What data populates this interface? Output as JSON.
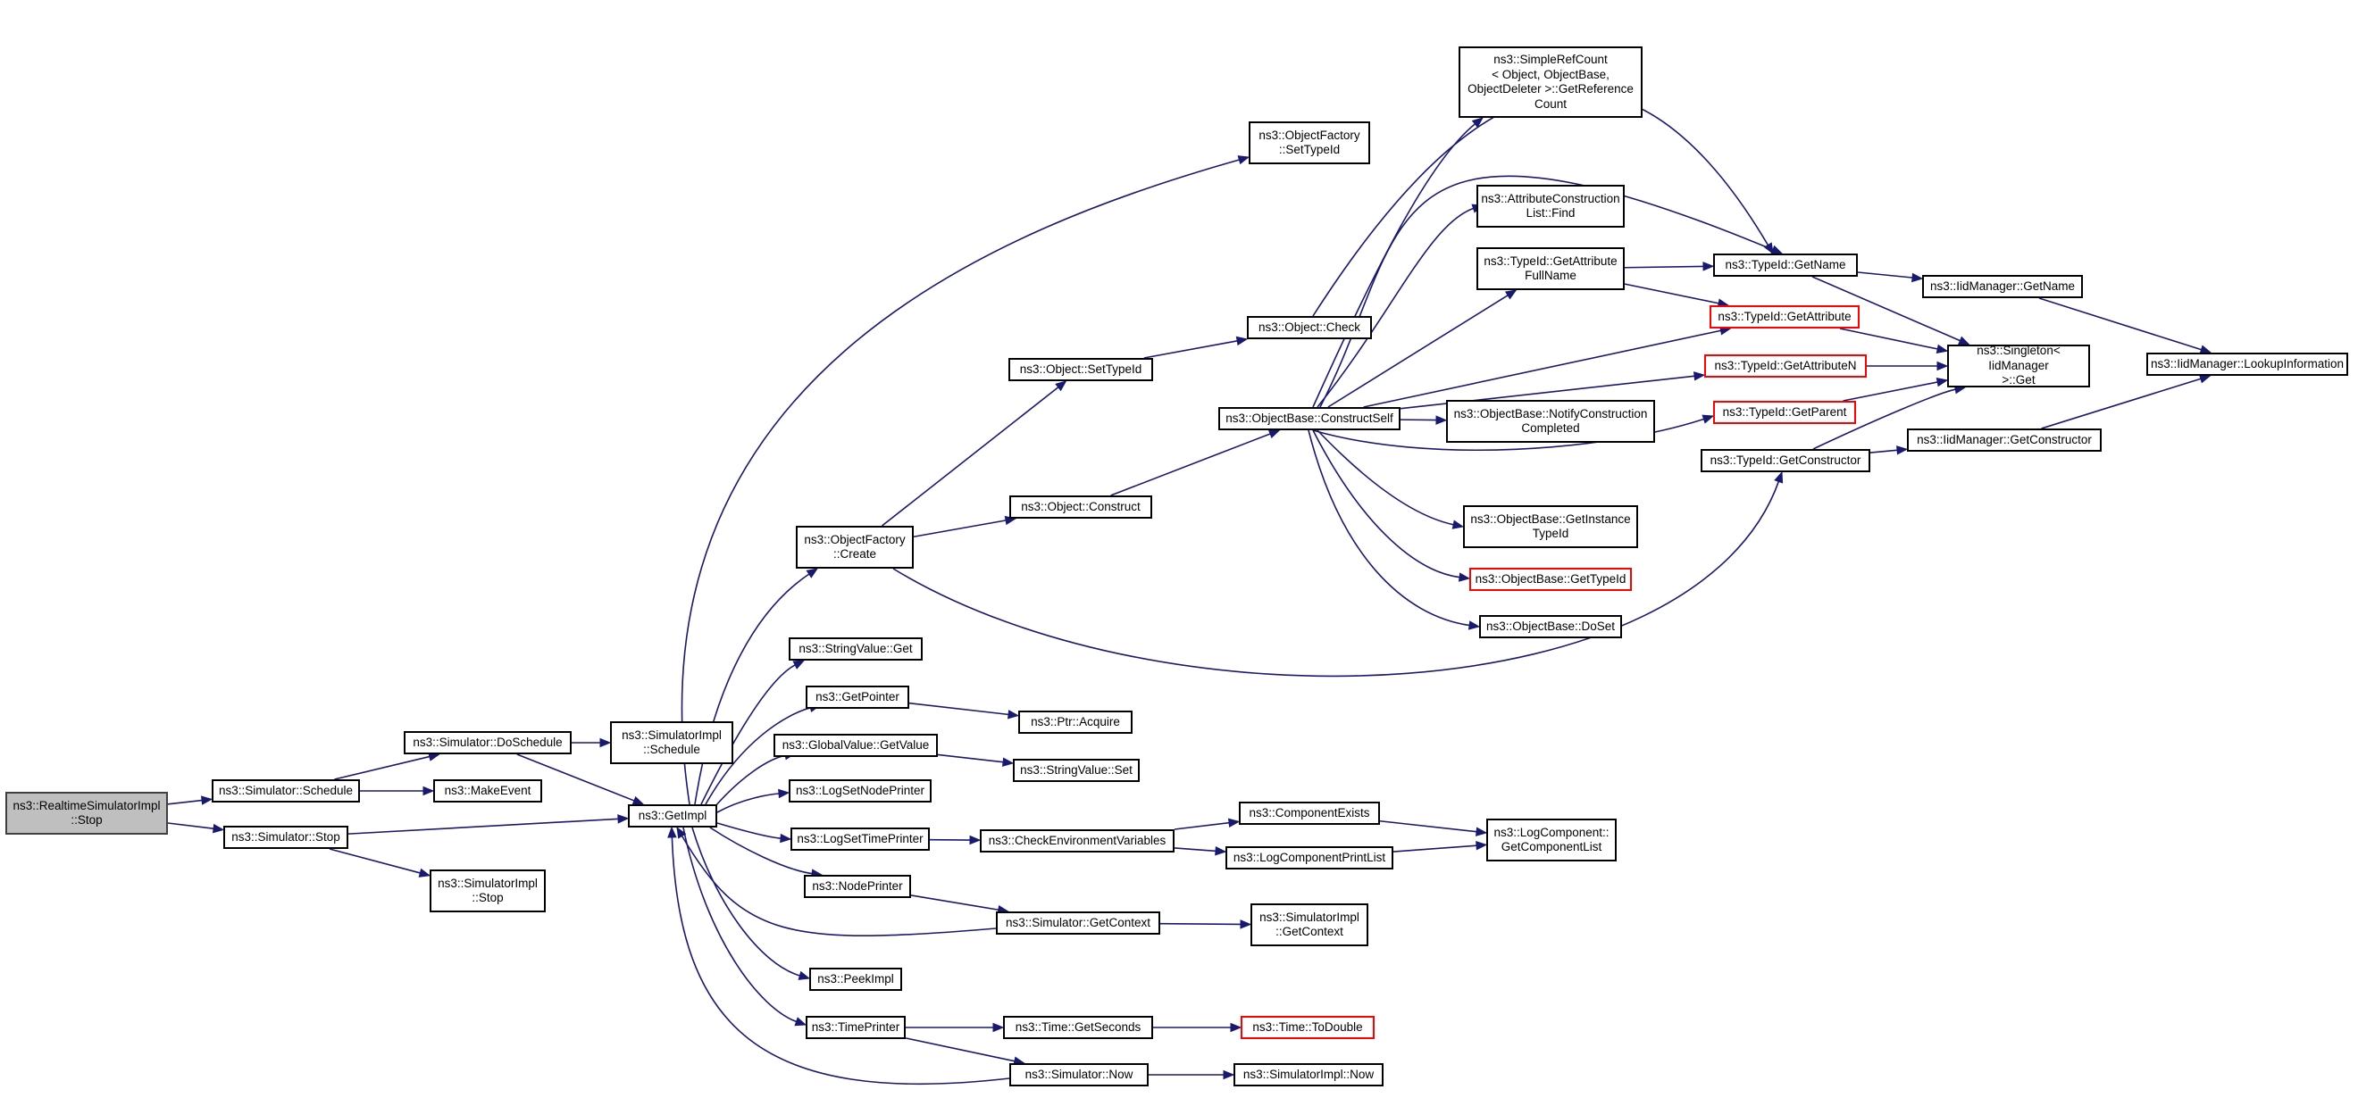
{
  "nodes": [
    {
      "id": "realtime_stop",
      "label": "ns3::RealtimeSimulatorImpl\n::Stop",
      "kind": "root"
    },
    {
      "id": "sim_schedule",
      "label": "ns3::Simulator::Schedule",
      "kind": "normal"
    },
    {
      "id": "sim_stop",
      "label": "ns3::Simulator::Stop",
      "kind": "normal"
    },
    {
      "id": "sim_doschedule",
      "label": "ns3::Simulator::DoSchedule",
      "kind": "normal"
    },
    {
      "id": "makeevent",
      "label": "ns3::MakeEvent",
      "kind": "normal"
    },
    {
      "id": "simimpl_schedule",
      "label": "ns3::SimulatorImpl\n::Schedule",
      "kind": "normal"
    },
    {
      "id": "simimpl_stop",
      "label": "ns3::SimulatorImpl\n::Stop",
      "kind": "normal"
    },
    {
      "id": "getimpl",
      "label": "ns3::GetImpl",
      "kind": "normal"
    },
    {
      "id": "of_create",
      "label": "ns3::ObjectFactory\n::Create",
      "kind": "normal"
    },
    {
      "id": "stringvalue_get",
      "label": "ns3::StringValue::Get",
      "kind": "normal"
    },
    {
      "id": "getpointer",
      "label": "ns3::GetPointer",
      "kind": "normal"
    },
    {
      "id": "globalvalue_getvalue",
      "label": "ns3::GlobalValue::GetValue",
      "kind": "normal"
    },
    {
      "id": "logsetnodeprinter",
      "label": "ns3::LogSetNodePrinter",
      "kind": "normal"
    },
    {
      "id": "logsettimeprinter",
      "label": "ns3::LogSetTimePrinter",
      "kind": "normal"
    },
    {
      "id": "nodeprinter",
      "label": "ns3::NodePrinter",
      "kind": "normal"
    },
    {
      "id": "peekimpl",
      "label": "ns3::PeekImpl",
      "kind": "normal"
    },
    {
      "id": "timeprinter",
      "label": "ns3::TimePrinter",
      "kind": "normal"
    },
    {
      "id": "of_settypeid",
      "label": "ns3::ObjectFactory\n::SetTypeId",
      "kind": "normal"
    },
    {
      "id": "object_settypeid",
      "label": "ns3::Object::SetTypeId",
      "kind": "normal"
    },
    {
      "id": "object_construct",
      "label": "ns3::Object::Construct",
      "kind": "normal"
    },
    {
      "id": "ptr_acquire",
      "label": "ns3::Ptr::Acquire",
      "kind": "normal"
    },
    {
      "id": "stringvalue_set",
      "label": "ns3::StringValue::Set",
      "kind": "normal"
    },
    {
      "id": "checkenvvars",
      "label": "ns3::CheckEnvironmentVariables",
      "kind": "normal"
    },
    {
      "id": "sim_getcontext",
      "label": "ns3::Simulator::GetContext",
      "kind": "normal"
    },
    {
      "id": "time_getseconds",
      "label": "ns3::Time::GetSeconds",
      "kind": "normal"
    },
    {
      "id": "sim_now",
      "label": "ns3::Simulator::Now",
      "kind": "normal"
    },
    {
      "id": "object_check",
      "label": "ns3::Object::Check",
      "kind": "normal"
    },
    {
      "id": "ob_constructself",
      "label": "ns3::ObjectBase::ConstructSelf",
      "kind": "normal"
    },
    {
      "id": "componentexists",
      "label": "ns3::ComponentExists",
      "kind": "normal"
    },
    {
      "id": "logcomponentprintlist",
      "label": "ns3::LogComponentPrintList",
      "kind": "normal"
    },
    {
      "id": "simimpl_getcontext",
      "label": "ns3::SimulatorImpl\n::GetContext",
      "kind": "normal"
    },
    {
      "id": "time_todouble",
      "label": "ns3::Time::ToDouble",
      "kind": "truncated"
    },
    {
      "id": "simimpl_now",
      "label": "ns3::SimulatorImpl::Now",
      "kind": "normal"
    },
    {
      "id": "simplerefcount",
      "label": "ns3::SimpleRefCount\n< Object, ObjectBase,\nObjectDeleter >::GetReference\nCount",
      "kind": "normal"
    },
    {
      "id": "attrconstlist_find",
      "label": "ns3::AttributeConstruction\nList::Find",
      "kind": "normal"
    },
    {
      "id": "typeid_getattrfullname",
      "label": "ns3::TypeId::GetAttribute\nFullName",
      "kind": "normal"
    },
    {
      "id": "ob_notifyconstruction",
      "label": "ns3::ObjectBase::NotifyConstruction\nCompleted",
      "kind": "normal"
    },
    {
      "id": "ob_getinstancetypeid",
      "label": "ns3::ObjectBase::GetInstance\nTypeId",
      "kind": "normal"
    },
    {
      "id": "ob_gettypeid",
      "label": "ns3::ObjectBase::GetTypeId",
      "kind": "truncated"
    },
    {
      "id": "ob_doset",
      "label": "ns3::ObjectBase::DoSet",
      "kind": "normal"
    },
    {
      "id": "logcomponent_getlist",
      "label": "ns3::LogComponent::\nGetComponentList",
      "kind": "normal"
    },
    {
      "id": "typeid_getname",
      "label": "ns3::TypeId::GetName",
      "kind": "normal"
    },
    {
      "id": "typeid_getattribute",
      "label": "ns3::TypeId::GetAttribute",
      "kind": "truncated"
    },
    {
      "id": "typeid_getattributen",
      "label": "ns3::TypeId::GetAttributeN",
      "kind": "truncated"
    },
    {
      "id": "typeid_getparent",
      "label": "ns3::TypeId::GetParent",
      "kind": "truncated"
    },
    {
      "id": "typeid_getconstructor",
      "label": "ns3::TypeId::GetConstructor",
      "kind": "normal"
    },
    {
      "id": "iidmanager_getname",
      "label": "ns3::IidManager::GetName",
      "kind": "normal"
    },
    {
      "id": "singleton_get",
      "label": "ns3::Singleton< IidManager\n >::Get",
      "kind": "normal"
    },
    {
      "id": "iidmanager_getconstructor",
      "label": "ns3::IidManager::GetConstructor",
      "kind": "normal"
    },
    {
      "id": "iidmanager_lookup",
      "label": "ns3::IidManager::LookupInformation",
      "kind": "normal"
    }
  ],
  "edges": [
    [
      "realtime_stop",
      "sim_schedule"
    ],
    [
      "realtime_stop",
      "sim_stop"
    ],
    [
      "sim_schedule",
      "sim_doschedule"
    ],
    [
      "sim_schedule",
      "makeevent"
    ],
    [
      "sim_doschedule",
      "simimpl_schedule"
    ],
    [
      "sim_doschedule",
      "getimpl"
    ],
    [
      "sim_stop",
      "getimpl"
    ],
    [
      "sim_stop",
      "simimpl_stop"
    ],
    [
      "getimpl",
      "of_settypeid"
    ],
    [
      "getimpl",
      "of_create"
    ],
    [
      "getimpl",
      "stringvalue_get"
    ],
    [
      "getimpl",
      "getpointer"
    ],
    [
      "getimpl",
      "globalvalue_getvalue"
    ],
    [
      "getimpl",
      "logsetnodeprinter"
    ],
    [
      "getimpl",
      "logsettimeprinter"
    ],
    [
      "getimpl",
      "nodeprinter"
    ],
    [
      "getimpl",
      "peekimpl"
    ],
    [
      "getimpl",
      "timeprinter"
    ],
    [
      "sim_getcontext",
      "getimpl"
    ],
    [
      "sim_now",
      "getimpl"
    ],
    [
      "of_create",
      "object_settypeid"
    ],
    [
      "of_create",
      "object_construct"
    ],
    [
      "of_create",
      "typeid_getconstructor"
    ],
    [
      "object_settypeid",
      "object_check"
    ],
    [
      "object_construct",
      "ob_constructself"
    ],
    [
      "object_check",
      "typeid_getname"
    ],
    [
      "getpointer",
      "ptr_acquire"
    ],
    [
      "globalvalue_getvalue",
      "stringvalue_set"
    ],
    [
      "logsettimeprinter",
      "checkenvvars"
    ],
    [
      "nodeprinter",
      "sim_getcontext"
    ],
    [
      "sim_getcontext",
      "simimpl_getcontext"
    ],
    [
      "timeprinter",
      "time_getseconds"
    ],
    [
      "timeprinter",
      "sim_now"
    ],
    [
      "time_getseconds",
      "time_todouble"
    ],
    [
      "sim_now",
      "simimpl_now"
    ],
    [
      "checkenvvars",
      "componentexists"
    ],
    [
      "checkenvvars",
      "logcomponentprintlist"
    ],
    [
      "componentexists",
      "logcomponent_getlist"
    ],
    [
      "logcomponentprintlist",
      "logcomponent_getlist"
    ],
    [
      "ob_constructself",
      "simplerefcount"
    ],
    [
      "ob_constructself",
      "attrconstlist_find"
    ],
    [
      "ob_constructself",
      "typeid_getname"
    ],
    [
      "ob_constructself",
      "typeid_getattrfullname"
    ],
    [
      "ob_constructself",
      "typeid_getattribute"
    ],
    [
      "ob_constructself",
      "typeid_getattributen"
    ],
    [
      "ob_constructself",
      "ob_notifyconstruction"
    ],
    [
      "ob_constructself",
      "typeid_getparent"
    ],
    [
      "ob_constructself",
      "ob_getinstancetypeid"
    ],
    [
      "ob_constructself",
      "ob_gettypeid"
    ],
    [
      "ob_constructself",
      "ob_doset"
    ],
    [
      "typeid_getattrfullname",
      "typeid_getname"
    ],
    [
      "typeid_getattrfullname",
      "typeid_getattribute"
    ],
    [
      "typeid_getname",
      "iidmanager_getname"
    ],
    [
      "typeid_getname",
      "singleton_get"
    ],
    [
      "typeid_getattribute",
      "singleton_get"
    ],
    [
      "typeid_getattributen",
      "singleton_get"
    ],
    [
      "typeid_getparent",
      "singleton_get"
    ],
    [
      "typeid_getconstructor",
      "singleton_get"
    ],
    [
      "typeid_getconstructor",
      "iidmanager_getconstructor"
    ],
    [
      "iidmanager_getname",
      "iidmanager_lookup"
    ],
    [
      "iidmanager_getconstructor",
      "iidmanager_lookup"
    ]
  ],
  "colors": {
    "edge": "#191970",
    "root_fill": "#bfbfbf",
    "node_border": "#000000",
    "truncated_border": "#ff0000"
  }
}
